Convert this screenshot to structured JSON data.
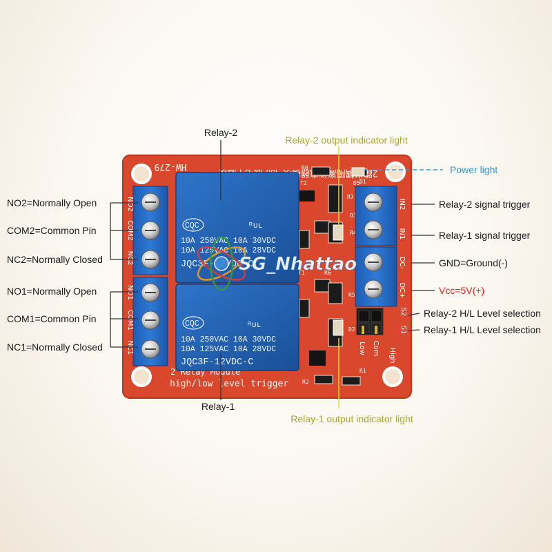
{
  "labels": {
    "relay2": "Relay-2",
    "relay1": "Relay-1",
    "relay2_indicator": "Relay-2 output indicator light",
    "relay1_indicator": "Relay-1 output indicator light",
    "power_light": "Power light",
    "no2": "NO2=Normally Open",
    "com2": "COM2=Common Pin",
    "nc2": "NC2=Normally Closed",
    "no1": "NO1=Normally Open",
    "com1": "COM1=Common Pin",
    "nc1": "NC1=Normally Closed",
    "in2_desc": "Relay-2 signal trigger",
    "in1_desc": "Relay-1 signal trigger",
    "gnd_desc": "GND=Ground(-)",
    "vcc_desc": "Vcc=5V(+)",
    "s2_desc": "Relay-2 H/L Level selection",
    "s1_desc": "Relay-1 H/L Level selection"
  },
  "board": {
    "model": "HW-279",
    "top_chinese": "2路光耦隔离继电器模块 高/低电平触发",
    "bottom_line1": "2 Relay Module",
    "bottom_line2": "high/low level trigger",
    "pins_right": [
      "IN2",
      "IN1",
      "DC-",
      "DC+"
    ],
    "jumper_pins": [
      "S2",
      "S1"
    ],
    "jumper_labels": [
      "Low",
      "Com",
      "High"
    ],
    "left_pins_top": [
      "NO2",
      "COM2",
      "NC2"
    ],
    "left_pins_bottom": [
      "NO1",
      "COM1",
      "NC1"
    ],
    "components": [
      "R8",
      "T2",
      "D3",
      "D5",
      "R7",
      "R4",
      "R6",
      "T1",
      "R5",
      "D2",
      "R2",
      "R1",
      "D1"
    ]
  },
  "relays": [
    {
      "brand": "CQC",
      "line1": "10A 250VAC 10A 30VDC",
      "line2": "10A 125VAC 10A 28VDC",
      "model": "JQC3F-12VDC-C"
    },
    {
      "brand": "CQC",
      "line1": "10A 250VAC 10A 30VDC",
      "line2": "10A 125VAC 10A 28VDC",
      "model": "JQC3F-12VDC-C"
    }
  ],
  "watermark": "SG_Nhattao",
  "colors": {
    "pcb": "#d9482c",
    "relay": "#1f5fb0",
    "terminal": "#2067c4",
    "label_yellow": "#a9a62a",
    "label_blue": "#2a9ad6",
    "label_red": "#e02020"
  }
}
